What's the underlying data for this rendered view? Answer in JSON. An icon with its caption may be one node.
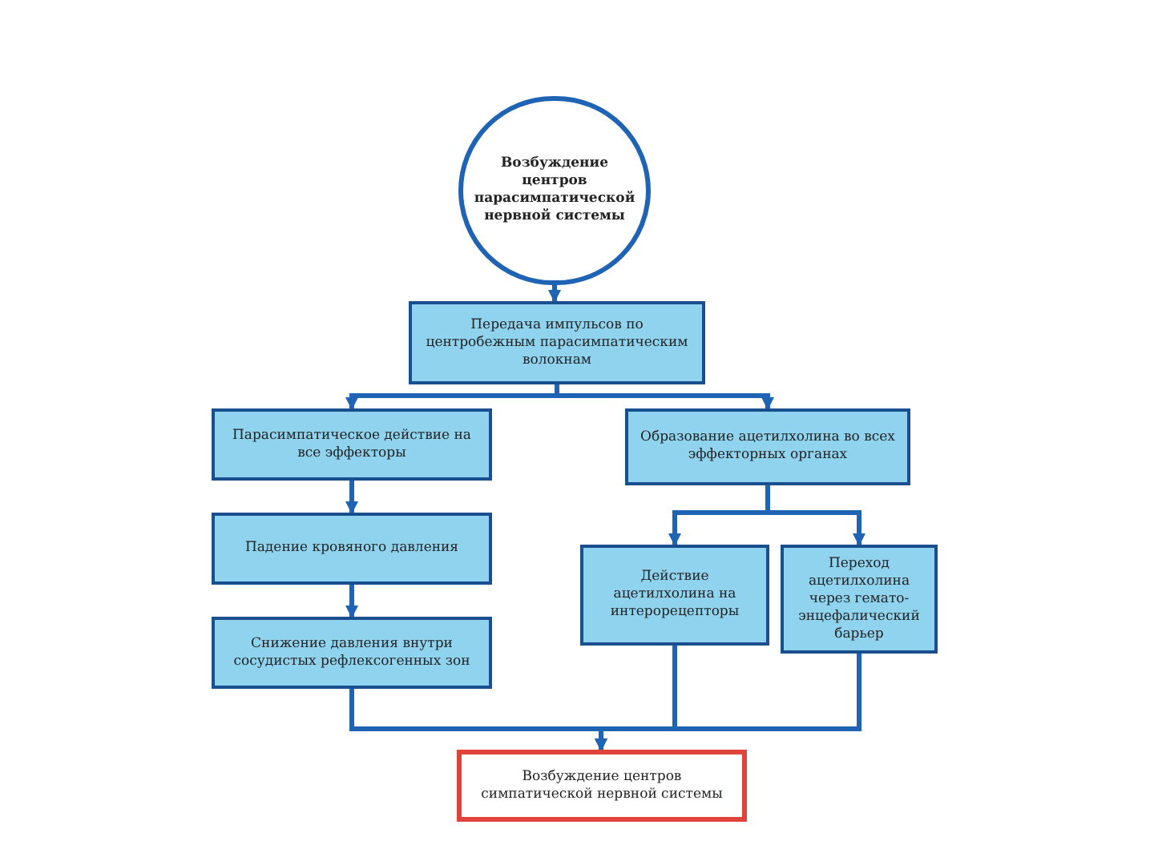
{
  "diagram": {
    "nodes": [
      {
        "text": [
          "Возбуждение центров парасимпатической нервной системы"
        ]
      },
      {
        "text": [
          "Передача импульсов по центробежным парасимпатическим волокнам"
        ]
      },
      {
        "text": [
          "Парасимпатическое действие на все эффекторы"
        ]
      },
      {
        "text": [
          "Образование ацетилхолина во всех эффекторных органах"
        ]
      },
      {
        "text": [
          "Падение кровяного давления"
        ]
      },
      {
        "text": [
          "Действие ацетилхолина на интерорецепторы"
        ]
      },
      {
        "text": [
          "Переход ацетилхолина через гемато-энцефалический барьер"
        ]
      },
      {
        "text": [
          "Снижение давления внутри сосудистых рефлексогенных зон"
        ]
      },
      {
        "text": [
          "Возбуждение центров симпатической нервной системы"
        ]
      }
    ],
    "edges": [
      {
        "from": 0,
        "to": 1,
        "arrow": "to"
      },
      {
        "from": 1,
        "to": 2,
        "arrow": "to"
      },
      {
        "from": 1,
        "to": 3,
        "arrow": "to"
      },
      {
        "from": 2,
        "to": 4,
        "arrow": "to"
      },
      {
        "from": 3,
        "to": 5,
        "arrow": "to"
      },
      {
        "from": 3,
        "to": 6,
        "arrow": "to"
      },
      {
        "from": 4,
        "to": 7,
        "arrow": "to"
      },
      {
        "from": 7,
        "to": 8,
        "arrow": "to"
      },
      {
        "from": 5,
        "to": 8,
        "arrow": "to"
      },
      {
        "from": 6,
        "to": 8,
        "arrow": "to"
      }
    ]
  }
}
